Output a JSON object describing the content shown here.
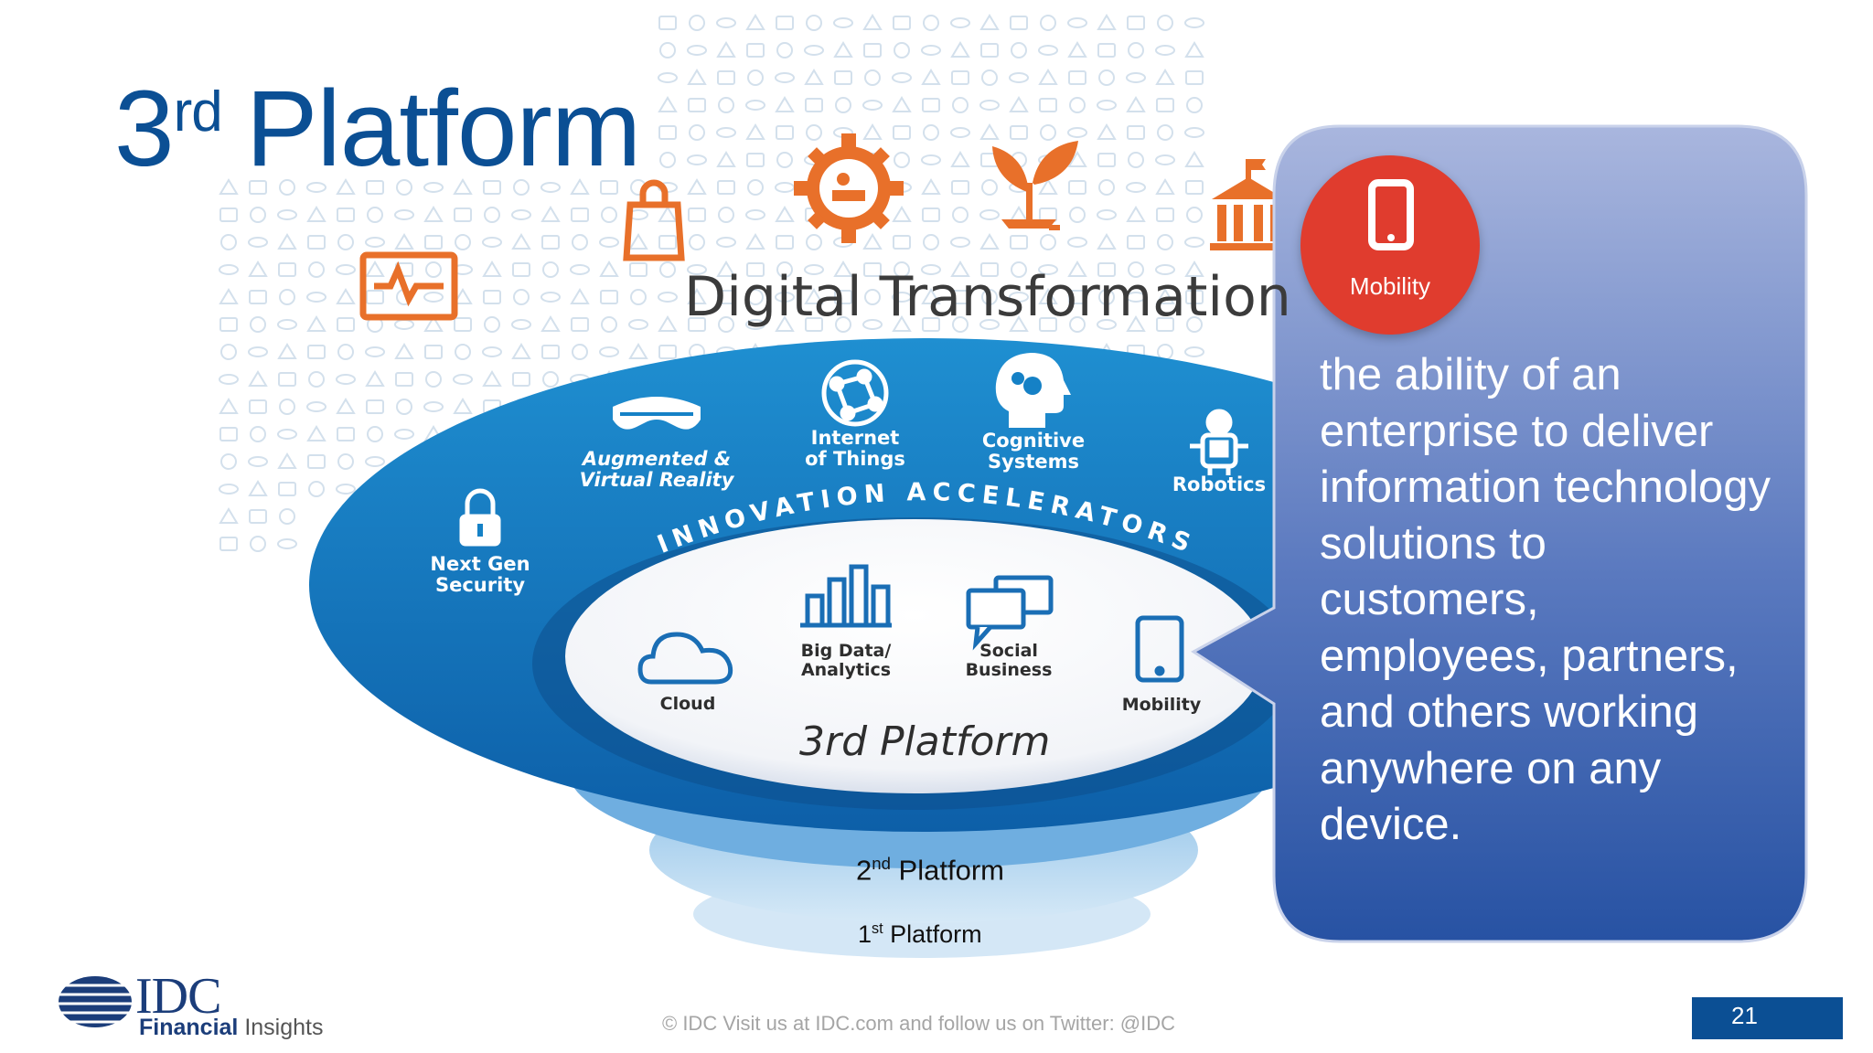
{
  "slide": {
    "title_main": "3",
    "title_sup": "rd",
    "title_rest": "Platform",
    "page_number": "21",
    "footer": "© IDC   Visit us at IDC.com and follow us on Twitter: @IDC"
  },
  "logo": {
    "word": "IDC",
    "sub_bold": "Financial",
    "sub_rest": " Insights"
  },
  "diagram": {
    "digital_transformation": "Digital Transformation",
    "ring_heading": "INNOVATION ACCELERATORS",
    "accelerators": [
      {
        "line1": "Next Gen",
        "line2": "Security",
        "icon": "lock-icon"
      },
      {
        "line1": "Augmented &",
        "line2": "Virtual Reality",
        "icon": "vr-goggles-icon"
      },
      {
        "line1": "Internet",
        "line2": "of Things",
        "icon": "globe-network-icon"
      },
      {
        "line1": "Cognitive",
        "line2": "Systems",
        "icon": "brain-head-icon"
      },
      {
        "line1": "Robotics",
        "line2": "",
        "icon": "robot-icon"
      }
    ],
    "core": [
      {
        "line1": "Cloud",
        "line2": "",
        "icon": "cloud-icon"
      },
      {
        "line1": "Big Data/",
        "line2": "Analytics",
        "icon": "bar-chart-icon"
      },
      {
        "line1": "Social",
        "line2": "Business",
        "icon": "chat-bubbles-icon"
      },
      {
        "line1": "Mobility",
        "line2": "",
        "icon": "tablet-icon"
      }
    ],
    "platform3": "3rd Platform",
    "platform2": {
      "main": "2",
      "sup": "nd",
      "rest": " Platform"
    },
    "platform1": {
      "main": "1",
      "sup": "st",
      "rest": " Platform"
    },
    "industry_icons": [
      "heartbeat-monitor-icon",
      "shopping-bag-icon",
      "gear-factory-icon",
      "plant-plug-icon",
      "bank-building-icon"
    ]
  },
  "callout": {
    "badge_label": "Mobility",
    "badge_icon": "smartphone-icon",
    "text": "the ability of an enterprise to deliver information technology solutions to customers, employees, partners, and others working anywhere on any device."
  },
  "colors": {
    "title_blue": "#0b4f94",
    "accent_orange": "#e8702a",
    "badge_red": "#e03c2e",
    "ring_blue": "#1581c6",
    "callout_top": "#a9b6de",
    "callout_bottom": "#2752a3"
  }
}
